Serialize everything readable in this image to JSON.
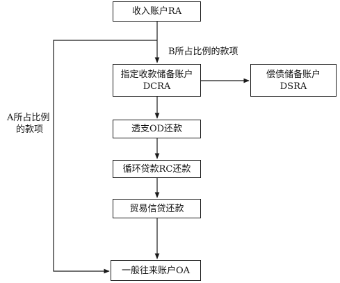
{
  "nodes": {
    "ra": {
      "text": "收入账户RA"
    },
    "dcra": {
      "line1": "指定收款储备账户",
      "line2": "DCRA"
    },
    "dsra": {
      "line1": "偿债储备账户",
      "line2": "DSRA"
    },
    "od": {
      "text": "透支OD还款"
    },
    "rc": {
      "text": "循环贷款RC还款"
    },
    "trade": {
      "text": "贸易信贷还款"
    },
    "oa": {
      "text": "一般往来账户OA"
    }
  },
  "edge_labels": {
    "b_share": "B所占比例的款项",
    "a_share_line1": "A所占比例",
    "a_share_line2": "的款项"
  },
  "colors": {
    "stroke": "#1a1a1a",
    "background": "#ffffff"
  }
}
